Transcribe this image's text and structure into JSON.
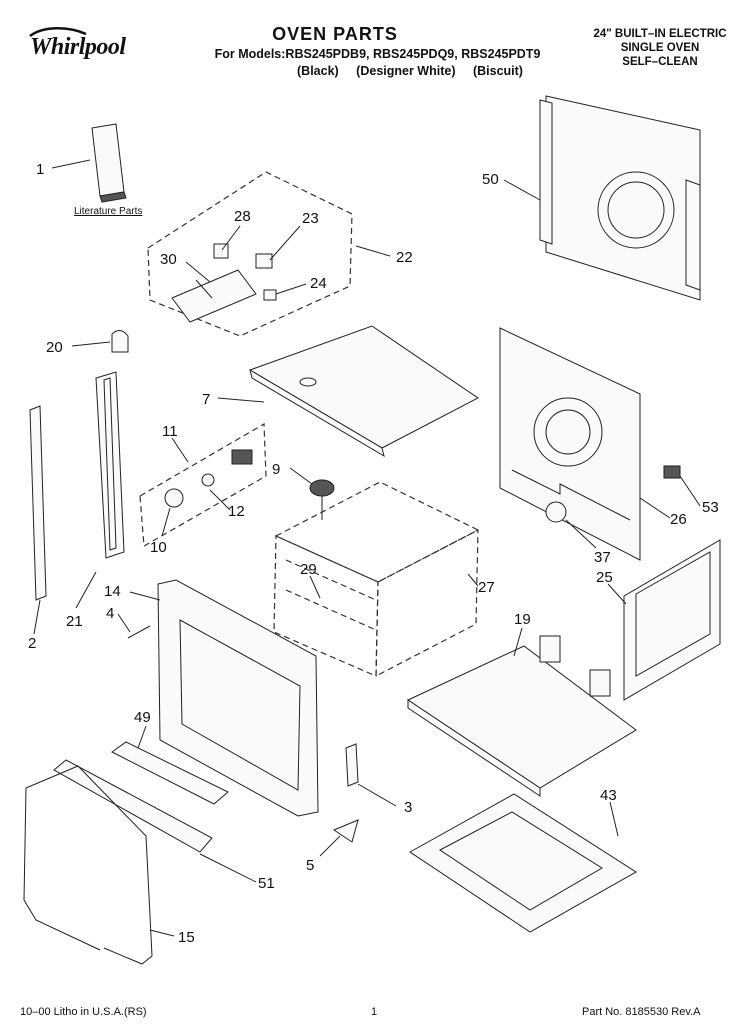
{
  "header": {
    "brand": "Whirlpool",
    "title": "OVEN PARTS",
    "models_line": "For Models:RBS245PDB9, RBS245PDQ9, RBS245PDT9",
    "colors": [
      "(Black)",
      "(Designer White)",
      "(Biscuit)"
    ],
    "spec_lines": [
      "24\" BUILT–IN ELECTRIC",
      "SINGLE OVEN",
      "SELF–CLEAN"
    ]
  },
  "literature_label": "Literature Parts",
  "parts": [
    "1",
    "28",
    "23",
    "22",
    "30",
    "24",
    "50",
    "20",
    "7",
    "11",
    "9",
    "12",
    "10",
    "53",
    "26",
    "37",
    "14",
    "29",
    "27",
    "25",
    "4",
    "21",
    "2",
    "19",
    "49",
    "3",
    "43",
    "5",
    "51",
    "15"
  ],
  "footer": {
    "left": "10–00 Litho in U.S.A.(RS)",
    "page": "1",
    "right": "Part No. 8185530 Rev.A"
  }
}
